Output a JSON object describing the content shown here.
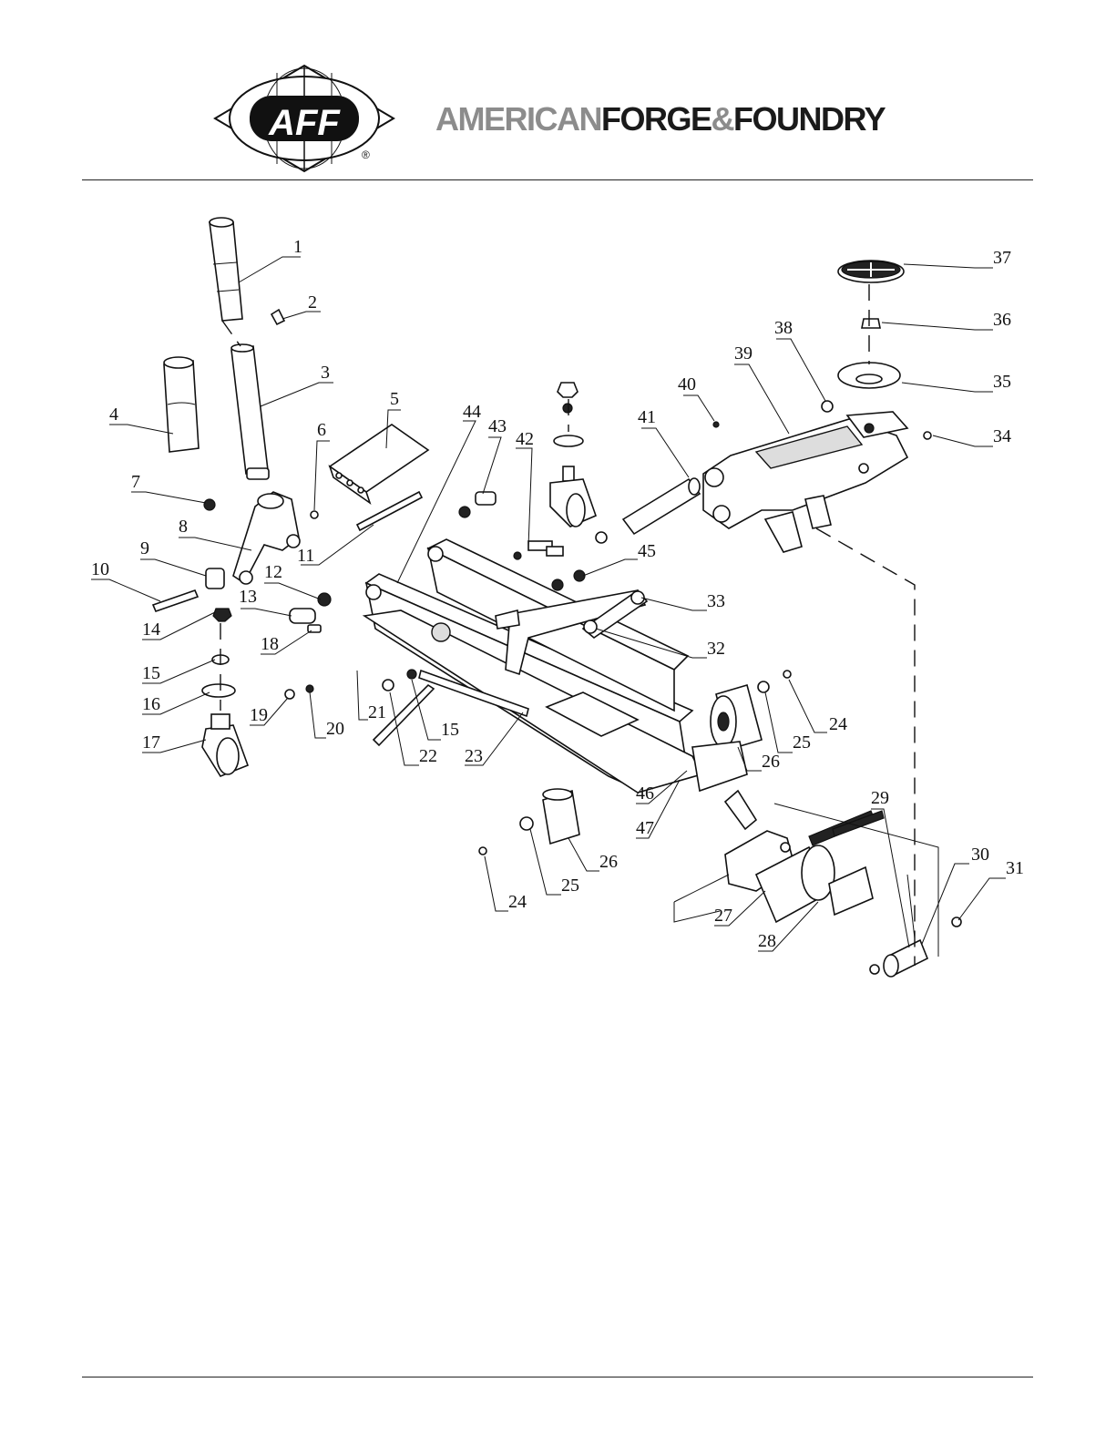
{
  "header": {
    "logo_letters": "AFF",
    "registered_mark": "®",
    "brand_part1": "AMERICAN",
    "brand_part2": "FORGE",
    "brand_amp": "&",
    "brand_part3": "FOUNDRY",
    "brand_gray": "#8c8c8c",
    "brand_dark": "#1a1a1a"
  },
  "diagram": {
    "callouts": [
      "1",
      "2",
      "3",
      "4",
      "5",
      "6",
      "7",
      "8",
      "9",
      "10",
      "11",
      "12",
      "13",
      "14",
      "15",
      "15",
      "16",
      "17",
      "18",
      "19",
      "20",
      "21",
      "22",
      "23",
      "24",
      "24",
      "25",
      "25",
      "26",
      "26",
      "27",
      "28",
      "29",
      "30",
      "31",
      "32",
      "33",
      "34",
      "35",
      "36",
      "37",
      "38",
      "39",
      "40",
      "41",
      "42",
      "43",
      "44",
      "45",
      "46",
      "47"
    ]
  }
}
